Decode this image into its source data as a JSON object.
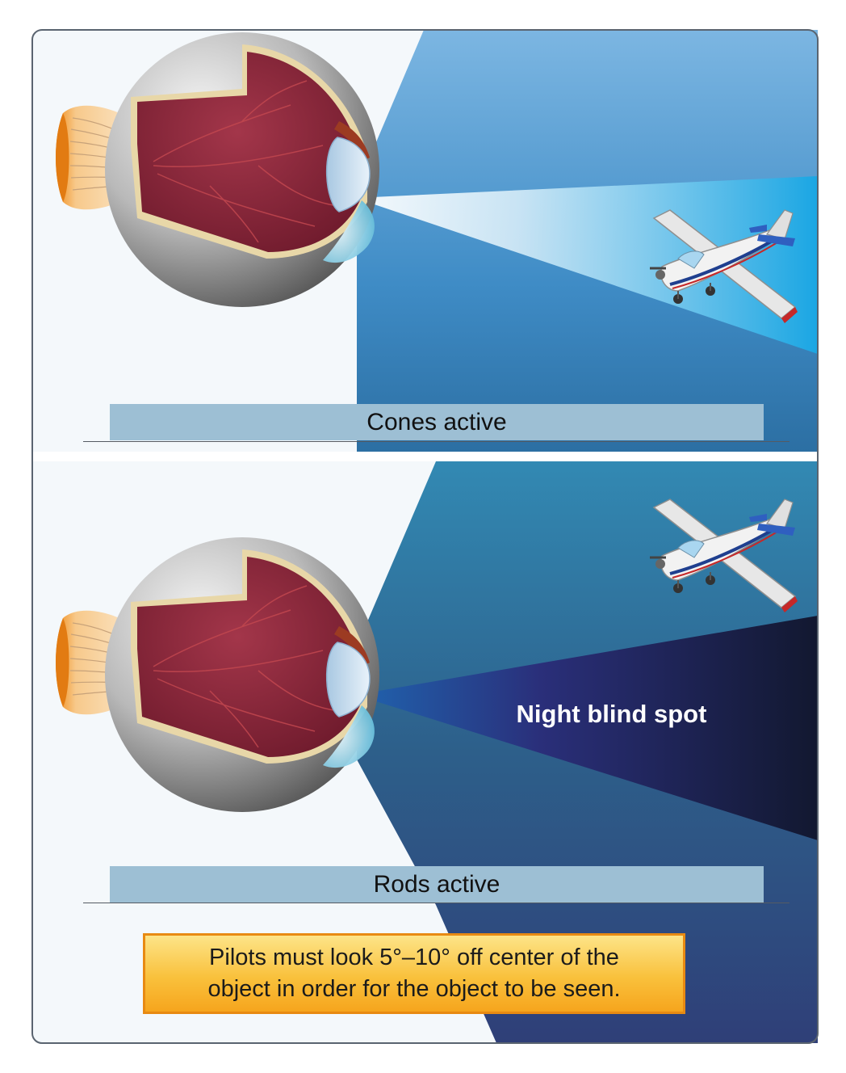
{
  "panels": {
    "top": {
      "caption": "Cones active"
    },
    "bottom": {
      "caption": "Rods active",
      "blind_spot_label": "Night blind spot"
    }
  },
  "note": {
    "line1": "Pilots must look 5°–10° off center of the",
    "line2": "object in order for the object to be seen."
  },
  "colors": {
    "frame_border": "#5a6470",
    "panel_background": "#f4f8fb",
    "day_sky": "#76b4e0",
    "night_sky": "#2f5f86",
    "blind_spot": "#1a1f55",
    "caption_bar": "#9dbfd4",
    "note_fill": "#f9c13c",
    "note_border": "#e88a12"
  },
  "icons": [
    "eye-cross-section-icon",
    "airplane-icon"
  ]
}
